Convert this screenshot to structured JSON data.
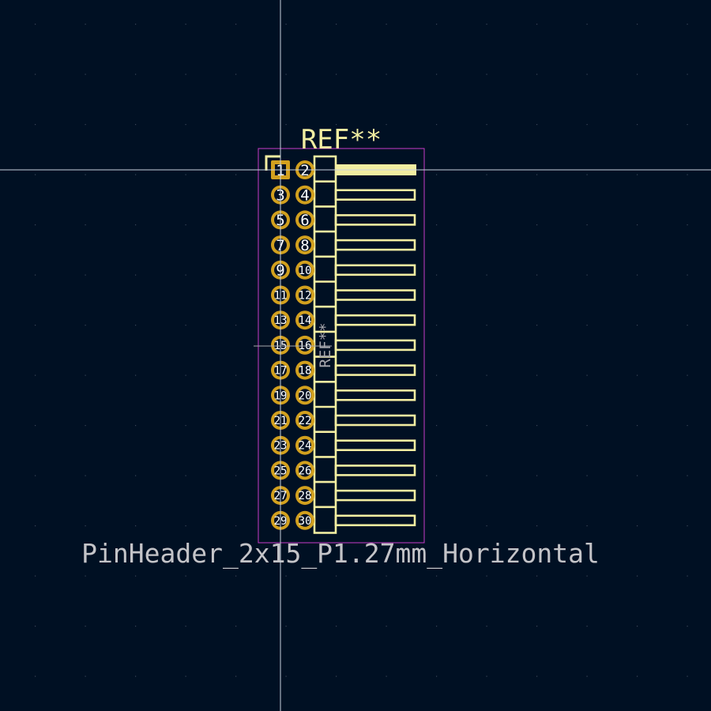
{
  "footprint": {
    "reference_text": "REF**",
    "reference_fab_text": "REF**",
    "value_text": "PinHeader_2x15_P1.27mm_Horizontal",
    "pin_labels": [
      "1",
      "2",
      "3",
      "4",
      "5",
      "6",
      "7",
      "8",
      "9",
      "10",
      "11",
      "12",
      "13",
      "14",
      "15",
      "16",
      "17",
      "18",
      "19",
      "20",
      "21",
      "22",
      "23",
      "24",
      "25",
      "26",
      "27",
      "28",
      "29",
      "30"
    ]
  },
  "colors": {
    "background": "#001023",
    "grid": "#3a4658",
    "crosshair": "#c8d0dc",
    "courtyard": "#c83cc8",
    "silkscreen": "#f2eda1",
    "fab": "#a8a8ae",
    "pad": "#d2a01e",
    "pad_text": "#ffffff"
  },
  "icons": {
    "pad": "pad-icon"
  }
}
